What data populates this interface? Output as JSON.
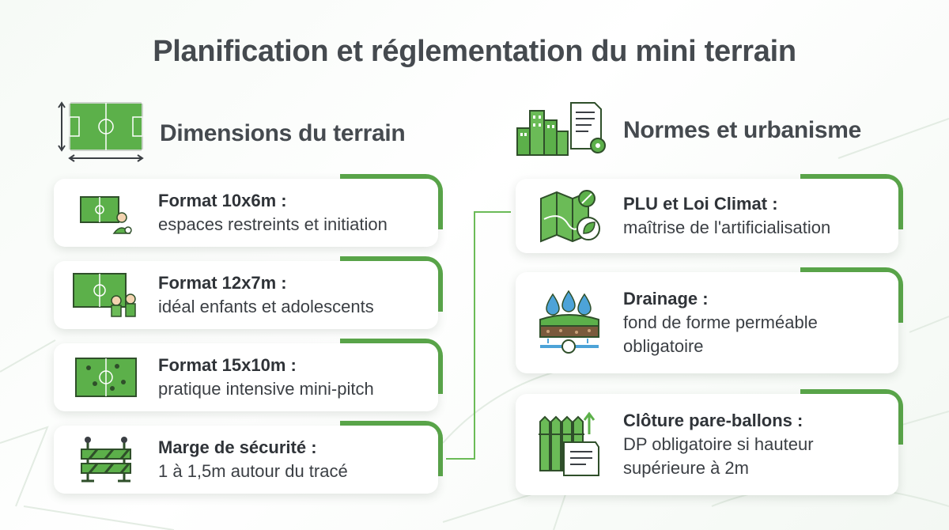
{
  "title": "Planification et réglementation du mini terrain",
  "left_section": {
    "heading": "Dimensions du terrain",
    "icon": "pitch-dimensions-icon",
    "cards": [
      {
        "title": "Format 10x6m :",
        "desc": "espaces restreints et initiation",
        "icon": "small-pitch-player-icon"
      },
      {
        "title": "Format 12x7m :",
        "desc": "idéal enfants et adolescents",
        "icon": "pitch-children-icon"
      },
      {
        "title": "Format 15x10m :",
        "desc": "pratique intensive mini-pitch",
        "icon": "pitch-players-icon"
      },
      {
        "title": "Marge de sécurité :",
        "desc": "1 à 1,5m autour du tracé",
        "icon": "barrier-icon"
      }
    ]
  },
  "right_section": {
    "heading": "Normes et urbanisme",
    "icon": "city-document-icon",
    "cards": [
      {
        "title": "PLU et Loi Climat :",
        "desc": "maîtrise de l'artificialisation",
        "icon": "map-leaf-icon"
      },
      {
        "title": "Drainage :",
        "desc": [
          "fond de forme perméable",
          "obligatoire"
        ],
        "icon": "drainage-icon"
      },
      {
        "title": "Clôture pare-ballons :",
        "desc": [
          "DP obligatoire si hauteur",
          "supérieure à 2m"
        ],
        "icon": "fence-permit-icon"
      }
    ]
  },
  "colors": {
    "accent": "#5aa64a",
    "title": "#454a4f",
    "text": "#3b3f44"
  }
}
